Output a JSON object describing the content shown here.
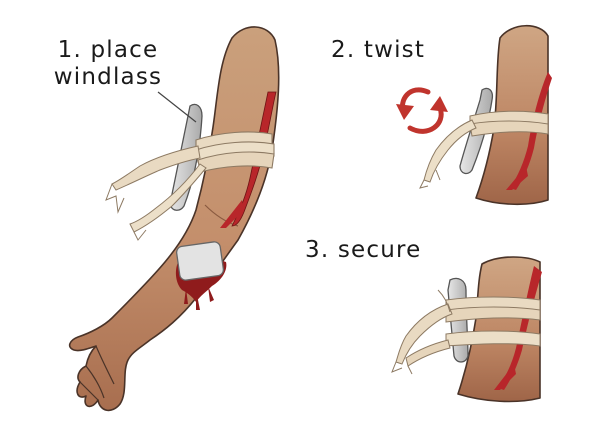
{
  "steps": [
    {
      "number": 1,
      "label": "1. place\nwindlass"
    },
    {
      "number": 2,
      "label": "2. twist"
    },
    {
      "number": 3,
      "label": "3. secure"
    }
  ],
  "colors": {
    "skin": "#c48f6c",
    "skin_dark": "#a86e4f",
    "skin_light": "#d9ad8a",
    "artery": "#b8262a",
    "bandage": "#e9dac2",
    "bandage_line": "#8d7a63",
    "windlass": "#c9c9c9",
    "outline": "#4a3328",
    "twist_arrow": "#c0342d",
    "gauze": "#e3e3e3"
  },
  "icons": [
    "twist-arrows-icon"
  ]
}
